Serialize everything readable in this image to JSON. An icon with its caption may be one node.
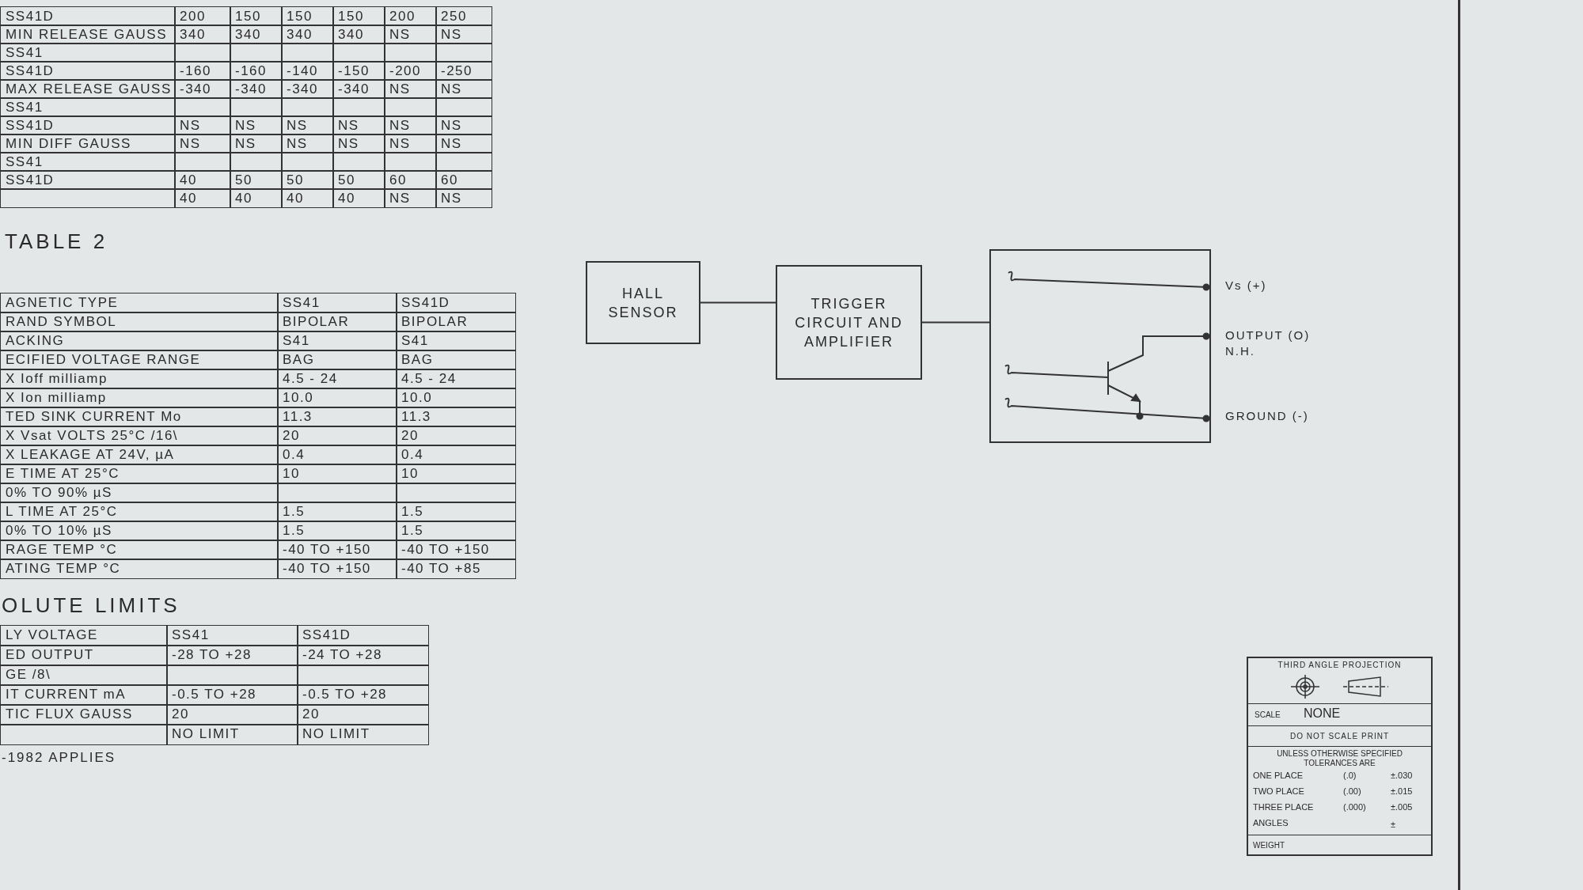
{
  "diagram": {
    "nodes": [
      {
        "text": [
          "HALL SENSOR"
        ]
      },
      {
        "text": [
          "TRIGGER CIRCUIT AND AMPLIFIER"
        ]
      },
      {
        "text": [],
        "shape": "box"
      }
    ],
    "edges": [
      {
        "from": 0,
        "to": 1,
        "arrow": "none"
      },
      {
        "from": 1,
        "to": 2,
        "arrow": "none"
      }
    ],
    "labels": [
      "SS41D",
      "200",
      "150",
      "150",
      "150",
      "200",
      "250",
      "MIN RELEASE GAUSS",
      "340",
      "340",
      "340",
      "340",
      "NS",
      "NS",
      "SS41",
      "SS41D",
      "-160",
      "-160",
      "-140",
      "-150",
      "-200",
      "-250",
      "MAX RELEASE GAUSS",
      "-340",
      "-340",
      "-340",
      "-340",
      "NS",
      "NS",
      "SS41",
      "SS41D",
      "NS",
      "NS",
      "NS",
      "NS",
      "NS",
      "NS",
      "MIN DIFF GAUSS",
      "NS",
      "NS",
      "NS",
      "NS",
      "NS",
      "NS",
      "SS41",
      "SS41D",
      "40",
      "50",
      "50",
      "50",
      "60",
      "60",
      "40",
      "40",
      "40",
      "40",
      "NS",
      "NS",
      "TABLE 2",
      "AGNETIC TYPE",
      "SS41",
      "SS41D",
      "RAND SYMBOL",
      "BIPOLAR",
      "BIPOLAR",
      "ACKING",
      "S41",
      "S41",
      "ECIFIED VOLTAGE RANGE",
      "BAG",
      "BAG",
      "X Ioff milliamp",
      "4.5 - 24",
      "4.5 - 24",
      "X Ion milliamp",
      "10.0",
      "10.0",
      "TED SINK CURRENT Mo",
      "11.3",
      "11.3",
      "X Vsat VOLTS 25°C /16\\",
      "20",
      "20",
      "X LEAKAGE AT 24V, µA",
      "0.4",
      "0.4",
      "E TIME AT 25°C",
      "10",
      "10",
      "0% TO 90% µS",
      "L TIME AT 25°C",
      "1.5",
      "1.5",
      "0% TO 10% µS",
      "1.5",
      "1.5",
      "RAGE TEMP °C",
      "-40 TO +150",
      "-40 TO +150",
      "ATING TEMP °C",
      "-40 TO +150",
      "-40 TO +85",
      "Vs (+)",
      "OUTPUT (O) N.H.",
      "GROUND (-)",
      "OLUTE LIMITS",
      "LY VOLTAGE",
      "SS41",
      "SS41D",
      "ED OUTPUT",
      "-28 TO +28",
      "-24 TO +28",
      "GE /8\\",
      "IT CURRENT mA",
      "-0.5 TO +28",
      "-0.5 TO +28",
      "TIC FLUX GAUSS",
      "20",
      "20",
      "NO LIMIT",
      "NO LIMIT",
      "-1982 APPLIES",
      "THIRD ANGLE PROJECTION",
      "SCALE",
      "NONE",
      "DO NOT SCALE PRINT",
      "UNLESS OTHERWISE SPECIFIED TOLERANCES ARE",
      "ONE PLACE",
      "(.0)",
      "±.030",
      "TWO PLACE",
      "(.00)",
      "±.015",
      "THREE PLACE",
      "(.000)",
      "±.005",
      "ANGLES",
      "±",
      "WEIGHT"
    ]
  }
}
